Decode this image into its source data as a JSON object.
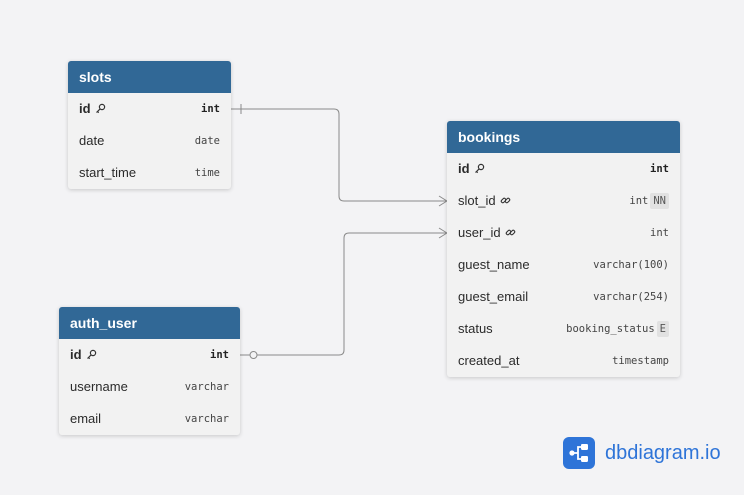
{
  "tables": {
    "slots": {
      "title": "slots",
      "columns": [
        {
          "name": "id",
          "type": "int"
        },
        {
          "name": "date",
          "type": "date"
        },
        {
          "name": "start_time",
          "type": "time"
        }
      ]
    },
    "bookings": {
      "title": "bookings",
      "columns": [
        {
          "name": "id",
          "type": "int"
        },
        {
          "name": "slot_id",
          "type": "int",
          "badge": "NN"
        },
        {
          "name": "user_id",
          "type": "int"
        },
        {
          "name": "guest_name",
          "type": "varchar(100)"
        },
        {
          "name": "guest_email",
          "type": "varchar(254)"
        },
        {
          "name": "status",
          "type": "booking_status",
          "badge": "E"
        },
        {
          "name": "created_at",
          "type": "timestamp"
        }
      ]
    },
    "auth_user": {
      "title": "auth_user",
      "columns": [
        {
          "name": "id",
          "type": "int"
        },
        {
          "name": "username",
          "type": "varchar"
        },
        {
          "name": "email",
          "type": "varchar"
        }
      ]
    }
  },
  "relationships": [
    {
      "from": "slots.id",
      "to": "bookings.slot_id",
      "type": "one-to-many"
    },
    {
      "from": "auth_user.id",
      "to": "bookings.user_id",
      "type": "zero-or-one-to-many"
    }
  ],
  "brand": {
    "name": "dbdiagram.io"
  },
  "colors": {
    "header": "#316896",
    "brand": "#2e74d8",
    "link": "#8a8a8a"
  }
}
